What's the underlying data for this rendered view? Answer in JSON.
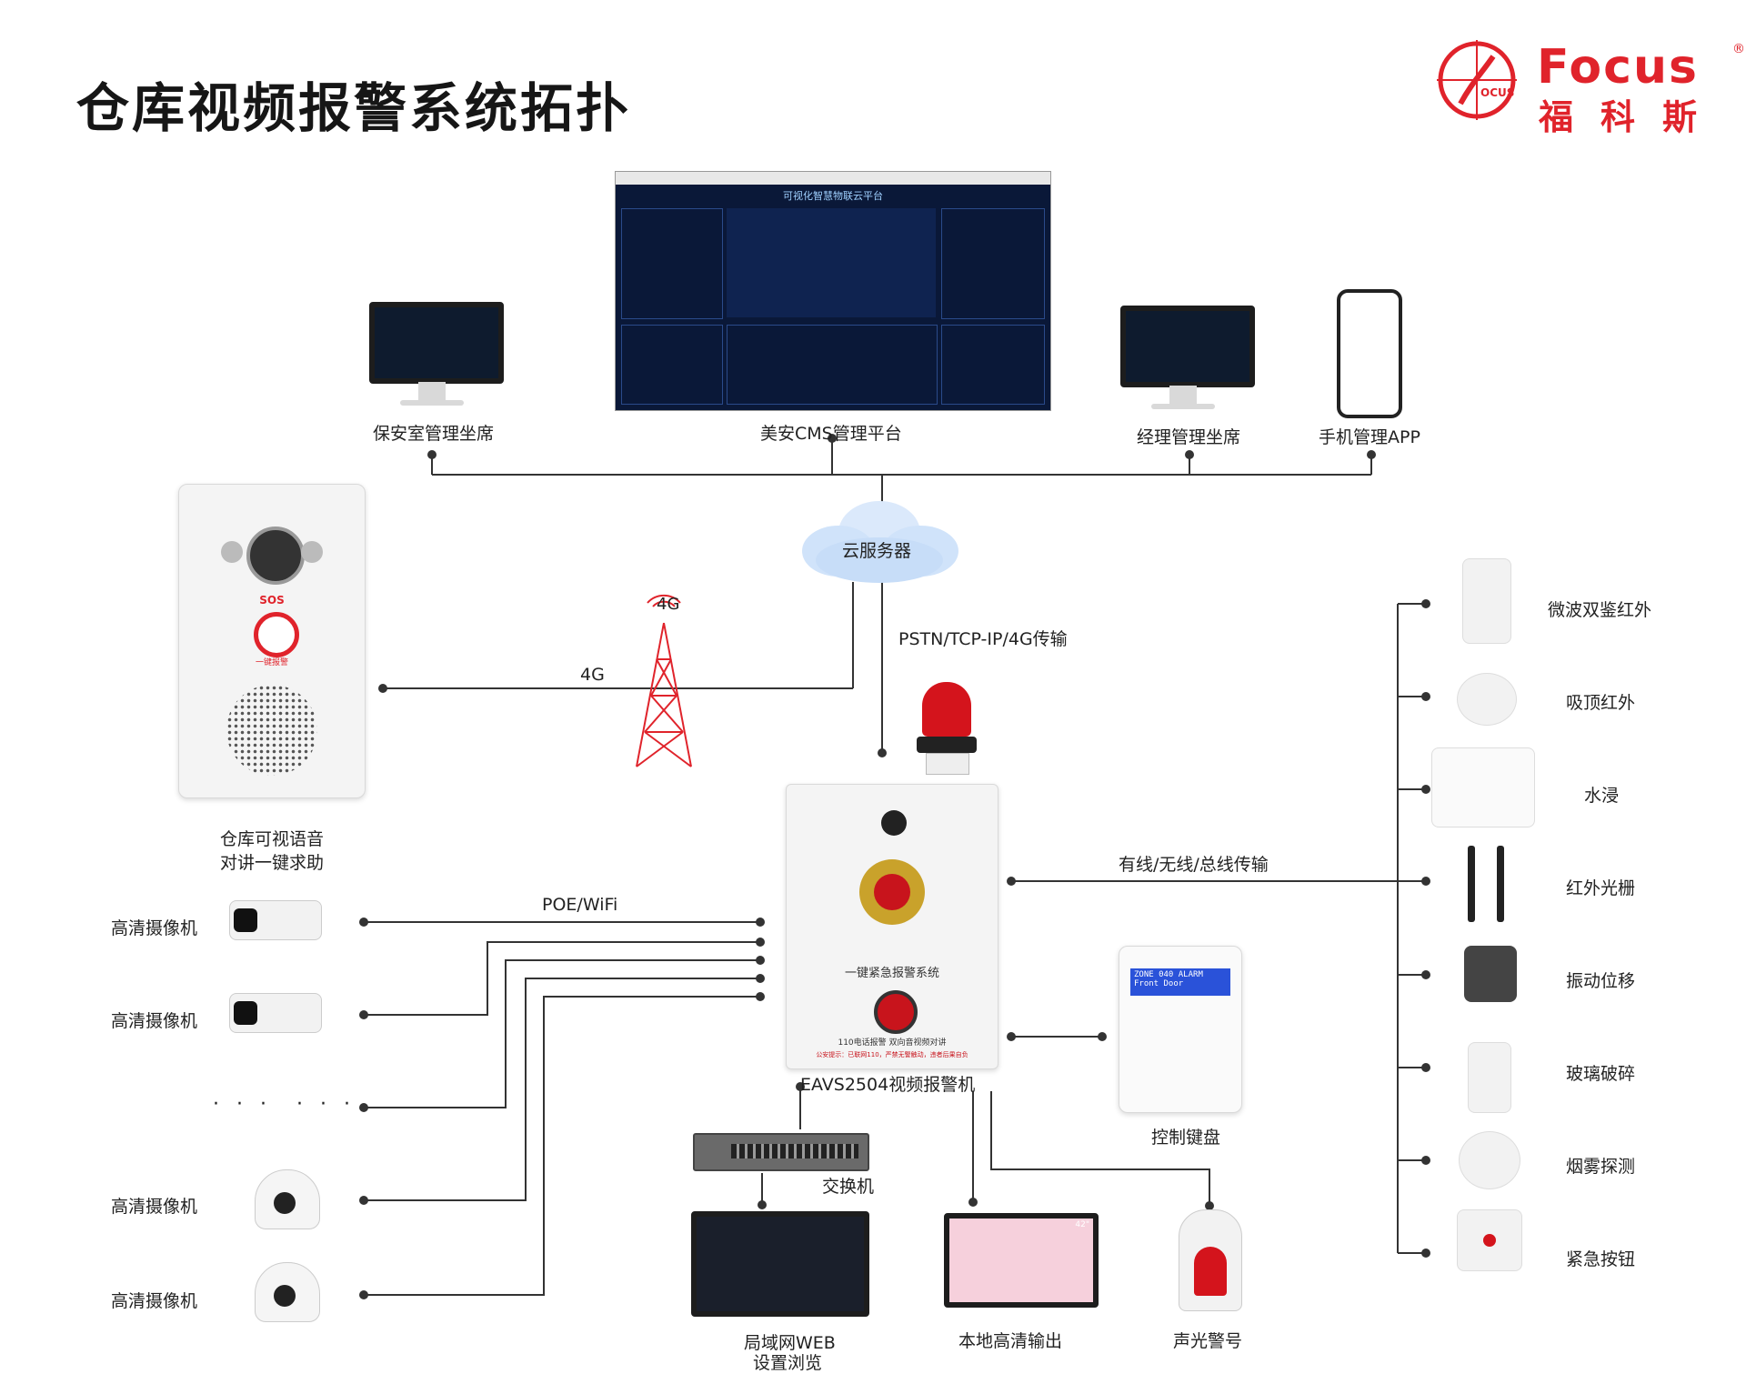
{
  "title": "仓库视频报警系统拓扑",
  "brand": {
    "name": "Focus",
    "cn": "福科斯",
    "color": "#e0232b"
  },
  "top": {
    "security_room": "保安室管理坐席",
    "cms": "美安CMS管理平台",
    "cms_screen_title": "可视化智慧物联云平台",
    "manager": "经理管理坐席",
    "mobile_app": "手机管理APP"
  },
  "cloud": {
    "label": "云服务器",
    "transport": "PSTN/TCP-IP/4G传输"
  },
  "tower": {
    "label": "4G",
    "link_label": "4G"
  },
  "intercom": {
    "line1": "仓库可视语音",
    "line2": "对讲一键求助",
    "sos": "SOS",
    "button_text": "一键报警"
  },
  "cameras": {
    "link_label": "POE/WiFi",
    "items": [
      "高清摄像机",
      "高清摄像机",
      "高清摄像机",
      "高清摄像机"
    ],
    "ellipsis_a": "· · ·",
    "ellipsis_b": "· · ·"
  },
  "alarm_host": {
    "label": "EAVS2504视频报警机",
    "panel_title": "一键紧急报警系统",
    "panel_sub": "110电话报警   双向音视频对讲",
    "panel_note": "公安提示：已联网110，严禁无警触动，违者后果自负"
  },
  "keypad": {
    "label": "控制键盘",
    "line1": "ZONE 040 ALARM",
    "line2": "Front Door"
  },
  "bottom": {
    "switch": "交换机",
    "web_line1": "局域网WEB",
    "web_line2": "设置浏览",
    "local_out": "本地高清输出",
    "siren": "声光警号",
    "tv_size": "42\""
  },
  "sensors": {
    "link_label": "有线/无线/总线传输",
    "items": [
      "微波双鉴红外",
      "吸顶红外",
      "水浸",
      "红外光栅",
      "振动位移",
      "玻璃破碎",
      "烟雾探测",
      "紧急按钮"
    ]
  }
}
